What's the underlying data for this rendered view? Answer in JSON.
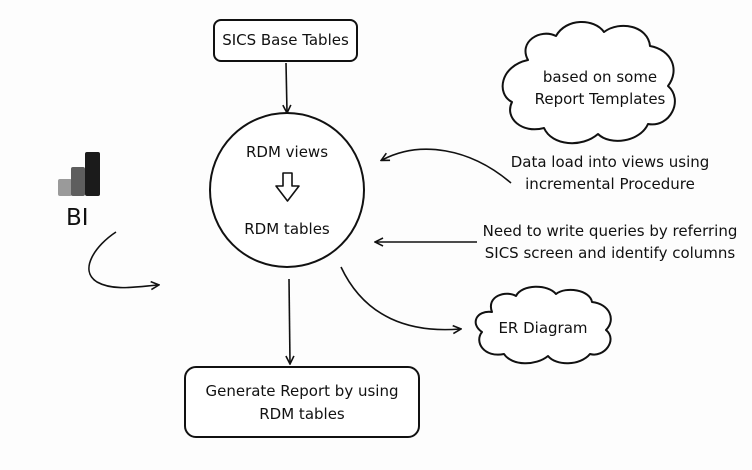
{
  "nodes": {
    "base_tables": "SICS Base Tables",
    "rdm_views": "RDM views",
    "rdm_tables": "RDM tables",
    "report_line1": "Generate Report by using",
    "report_line2": "RDM tables",
    "templates_line1": "based on some",
    "templates_line2": "Report Templates",
    "er_diagram": "ER Diagram"
  },
  "notes": {
    "dataload_line1": "Data load into views using",
    "dataload_line2": "incremental Procedure",
    "queries_line1": "Need to write queries by referring",
    "queries_line2": "SICS screen and identify columns"
  },
  "logo": {
    "label": "BI",
    "icon": "bar-chart-logo-icon",
    "colors": [
      "#9a9a9a",
      "#5e5e5e",
      "#1b1b1b"
    ]
  },
  "colors": {
    "stroke": "#111111",
    "background": "#ffffff"
  }
}
